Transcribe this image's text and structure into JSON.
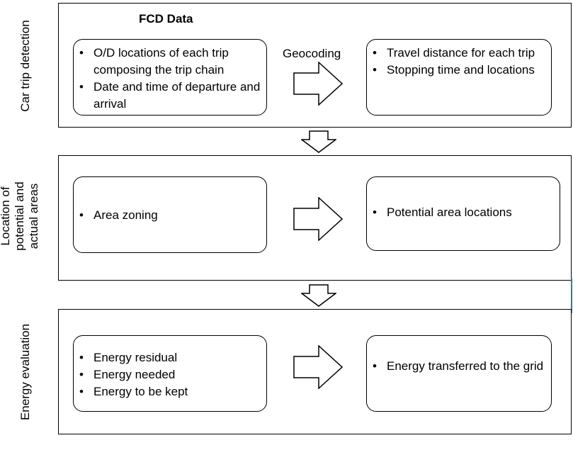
{
  "sections": [
    {
      "side_label": "Car trip detection",
      "heading": "FCD Data",
      "arrow_label": "Geocoding",
      "left_items": [
        "O/D locations of each trip composing the trip chain",
        "Date and time of departure and arrival"
      ],
      "right_items": [
        "Travel distance for each trip",
        "Stopping time and locations"
      ]
    },
    {
      "side_label_lines": [
        "Location of",
        "potential and",
        "actual areas"
      ],
      "left_items": [
        "Area zoning"
      ],
      "right_items": [
        "Potential area locations"
      ]
    },
    {
      "side_label": "Energy evaluation",
      "left_items": [
        "Energy residual",
        "Energy needed",
        "Energy to be kept"
      ],
      "right_items": [
        "Energy transferred to the grid"
      ]
    }
  ]
}
